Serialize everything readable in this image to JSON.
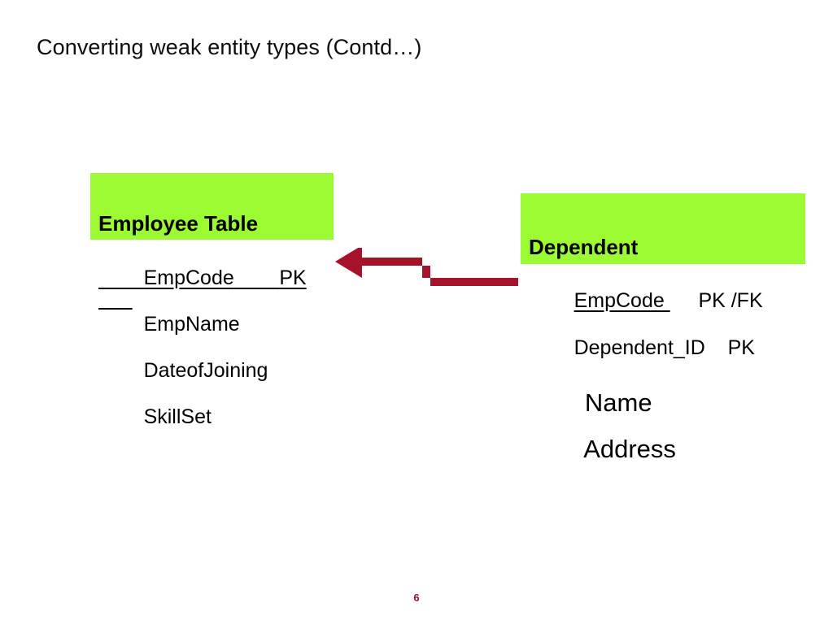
{
  "slide": {
    "title": "Converting weak entity types (Contd…)",
    "page_number": "6",
    "background_color": "#ffffff"
  },
  "colors": {
    "header_green": "#9CFA33",
    "arrow_crimson": "#A6122A",
    "text_black": "#000000",
    "page_number_color": "#9E1133"
  },
  "employee_table": {
    "title": "Employee Table",
    "attributes": [
      {
        "name": "EmpCode",
        "gap": "        ",
        "key": "PK",
        "underline": "all"
      },
      {
        "name": "EmpName",
        "gap": "",
        "key": "",
        "underline": "none"
      },
      {
        "name": "DateofJoining",
        "gap": "",
        "key": "",
        "underline": "none"
      },
      {
        "name": "SkillSet",
        "gap": "",
        "key": "",
        "underline": "none"
      }
    ]
  },
  "dependent_table": {
    "title": "Dependent",
    "attributes": [
      {
        "name": "EmpCode ",
        "gap": "     ",
        "key": "PK /FK",
        "underline": "name"
      },
      {
        "name": "Dependent_ID",
        "gap": "    ",
        "key": "PK",
        "underline": "none"
      },
      {
        "name": "Name",
        "gap": "",
        "key": "",
        "underline": "none"
      },
      {
        "name": "Address",
        "gap": "",
        "key": "",
        "underline": "none"
      }
    ]
  },
  "arrow": {
    "label": "foreign-key-reference",
    "direction": "dependent-to-employee",
    "color": "#A6122A"
  }
}
